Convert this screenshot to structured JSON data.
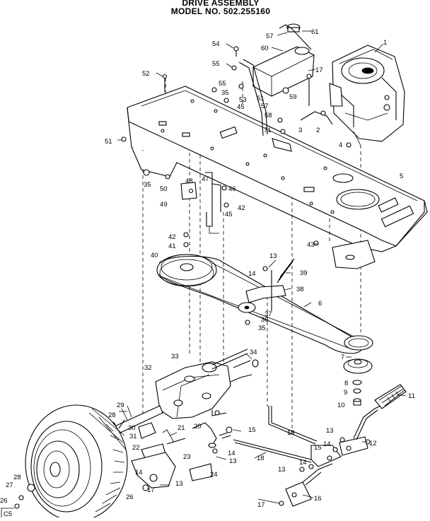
{
  "header": {
    "line1": "DRIVE ASSEMBLY",
    "line2": "MODEL NO. 502.255160"
  },
  "corner_code": "C5",
  "callouts": [
    {
      "id": "c1",
      "text": "1"
    },
    {
      "id": "c2",
      "text": "2"
    },
    {
      "id": "c3",
      "text": "3"
    },
    {
      "id": "c4",
      "text": "4"
    },
    {
      "id": "c5",
      "text": "5"
    },
    {
      "id": "c6",
      "text": "6"
    },
    {
      "id": "c7",
      "text": "7"
    },
    {
      "id": "c8",
      "text": "8"
    },
    {
      "id": "c9",
      "text": "9"
    },
    {
      "id": "c10",
      "text": "10"
    },
    {
      "id": "c11",
      "text": "11"
    },
    {
      "id": "c12",
      "text": "12"
    },
    {
      "id": "c13a",
      "text": "13"
    },
    {
      "id": "c13b",
      "text": "13"
    },
    {
      "id": "c13c",
      "text": "13"
    },
    {
      "id": "c13d",
      "text": "13"
    },
    {
      "id": "c13e",
      "text": "13"
    },
    {
      "id": "c14a",
      "text": "14"
    },
    {
      "id": "c14b",
      "text": "14"
    },
    {
      "id": "c14c",
      "text": "14"
    },
    {
      "id": "c14d",
      "text": "14"
    },
    {
      "id": "c14e",
      "text": "14"
    },
    {
      "id": "c15a",
      "text": "15"
    },
    {
      "id": "c15b",
      "text": "15"
    },
    {
      "id": "c16",
      "text": "16"
    },
    {
      "id": "c17a",
      "text": "17"
    },
    {
      "id": "c17b",
      "text": "17"
    },
    {
      "id": "c17c",
      "text": "17"
    },
    {
      "id": "c18",
      "text": "18"
    },
    {
      "id": "c19",
      "text": "19"
    },
    {
      "id": "c20",
      "text": "20"
    },
    {
      "id": "c21",
      "text": "21"
    },
    {
      "id": "c22",
      "text": "22"
    },
    {
      "id": "c23",
      "text": "23"
    },
    {
      "id": "c24",
      "text": "24"
    },
    {
      "id": "c26a",
      "text": "26"
    },
    {
      "id": "c26b",
      "text": "26"
    },
    {
      "id": "c27",
      "text": "27"
    },
    {
      "id": "c28a",
      "text": "28"
    },
    {
      "id": "c28b",
      "text": "28"
    },
    {
      "id": "c29",
      "text": "29"
    },
    {
      "id": "c30",
      "text": "30"
    },
    {
      "id": "c31",
      "text": "31"
    },
    {
      "id": "c32",
      "text": "32"
    },
    {
      "id": "c33",
      "text": "33"
    },
    {
      "id": "c34",
      "text": "34"
    },
    {
      "id": "c35a",
      "text": "35"
    },
    {
      "id": "c35b",
      "text": "35"
    },
    {
      "id": "c35c",
      "text": "35"
    },
    {
      "id": "c36",
      "text": "36"
    },
    {
      "id": "c37",
      "text": "37"
    },
    {
      "id": "c38",
      "text": "38"
    },
    {
      "id": "c39",
      "text": "39"
    },
    {
      "id": "c40",
      "text": "40"
    },
    {
      "id": "c41",
      "text": "41"
    },
    {
      "id": "c42a",
      "text": "42"
    },
    {
      "id": "c42b",
      "text": "42"
    },
    {
      "id": "c43",
      "text": "43"
    },
    {
      "id": "c45a",
      "text": "45"
    },
    {
      "id": "c45b",
      "text": "45"
    },
    {
      "id": "c46",
      "text": "46"
    },
    {
      "id": "c47",
      "text": "47"
    },
    {
      "id": "c48",
      "text": "48"
    },
    {
      "id": "c49",
      "text": "49"
    },
    {
      "id": "c50",
      "text": "50"
    },
    {
      "id": "c51a",
      "text": "51"
    },
    {
      "id": "c51b",
      "text": "51"
    },
    {
      "id": "c52",
      "text": "52"
    },
    {
      "id": "c53",
      "text": "53"
    },
    {
      "id": "c54",
      "text": "54"
    },
    {
      "id": "c55a",
      "text": "55"
    },
    {
      "id": "c55b",
      "text": "55"
    },
    {
      "id": "c57a",
      "text": "57"
    },
    {
      "id": "c57b",
      "text": "57"
    },
    {
      "id": "c58",
      "text": "58"
    },
    {
      "id": "c59",
      "text": "59"
    },
    {
      "id": "c60",
      "text": "60"
    },
    {
      "id": "c61",
      "text": "61"
    },
    {
      "id": "c71",
      "text": "71"
    }
  ]
}
